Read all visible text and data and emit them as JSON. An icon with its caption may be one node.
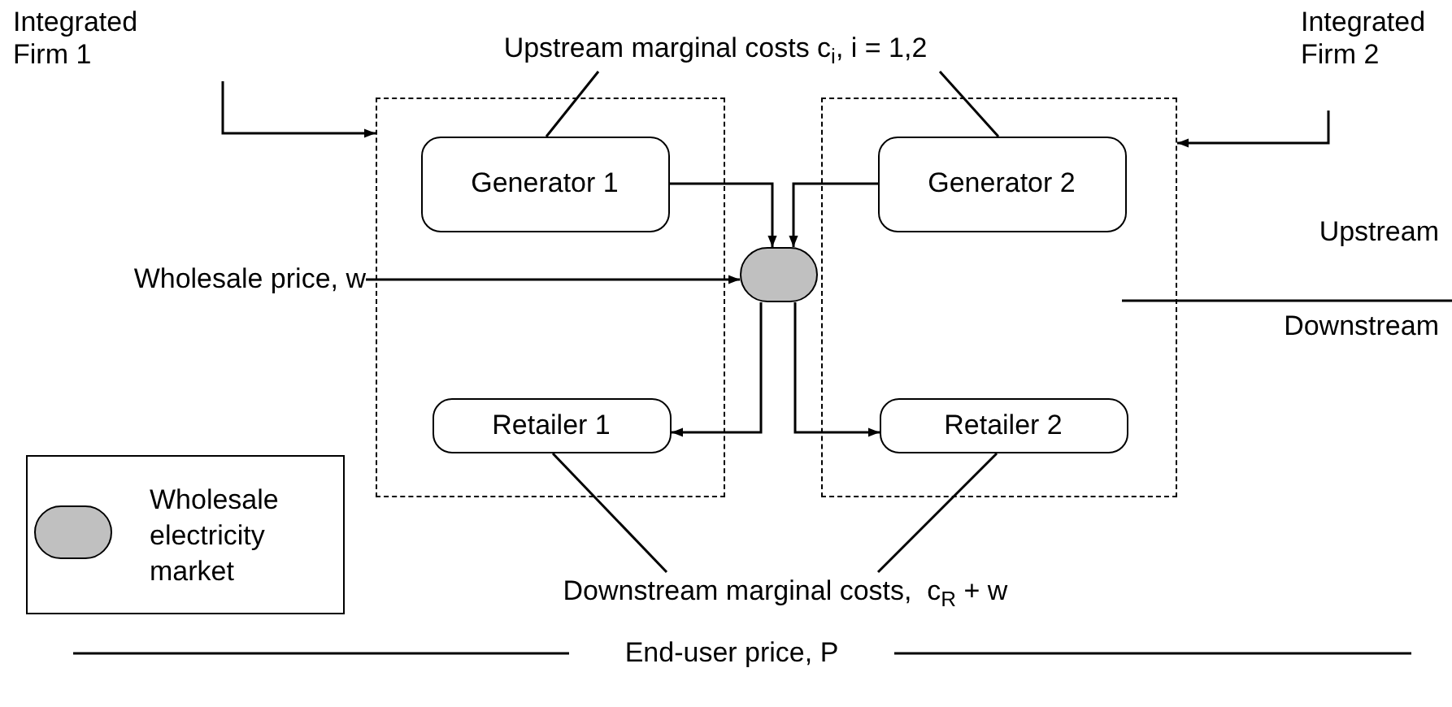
{
  "diagram": {
    "nodes": [
      {
        "text": [
          "Integrated Firm 1"
        ]
      },
      {
        "text": [],
        "shape": "box"
      },
      {
        "text": [
          "Generator 1"
        ],
        "in": 1
      },
      {
        "text": [
          "Retailer 1"
        ],
        "in": 1
      },
      {
        "text": [
          "Integrated Firm 2"
        ]
      },
      {
        "text": [],
        "shape": "box"
      },
      {
        "text": [
          "Generator 2"
        ],
        "in": 5
      },
      {
        "text": [
          "Retailer 2"
        ],
        "in": 5
      },
      {
        "text": [],
        "shape": "oval"
      },
      {
        "text": [
          "Upstream marginal costs c$_{i}$, i = 1,2"
        ]
      },
      {
        "text": [
          "Wholesale price, w"
        ]
      },
      {
        "text": [
          "Downstream marginal costs,  c$_{R}$ + w"
        ]
      }
    ],
    "edges": [
      {
        "from": 0,
        "to": 1,
        "arrow": "to"
      },
      {
        "from": 4,
        "to": 5,
        "arrow": "to"
      },
      {
        "from": 2,
        "to": 8,
        "arrow": "to"
      },
      {
        "from": 6,
        "to": 8,
        "arrow": "to"
      },
      {
        "from": 10,
        "to": 8,
        "arrow": "to"
      },
      {
        "from": 8,
        "to": 3,
        "arrow": "to"
      },
      {
        "from": 8,
        "to": 7,
        "arrow": "to"
      },
      {
        "from": 9,
        "to": 2,
        "arrow": "none"
      },
      {
        "from": 9,
        "to": 6,
        "arrow": "none"
      },
      {
        "from": 11,
        "to": 3,
        "arrow": "none"
      },
      {
        "from": 11,
        "to": 7,
        "arrow": "none"
      }
    ],
    "labels": [
      "Upstream",
      "Downstream",
      "End-user price, P"
    ],
    "legend": [
      {
        "text": "Wholesale electricity market"
      }
    ]
  }
}
